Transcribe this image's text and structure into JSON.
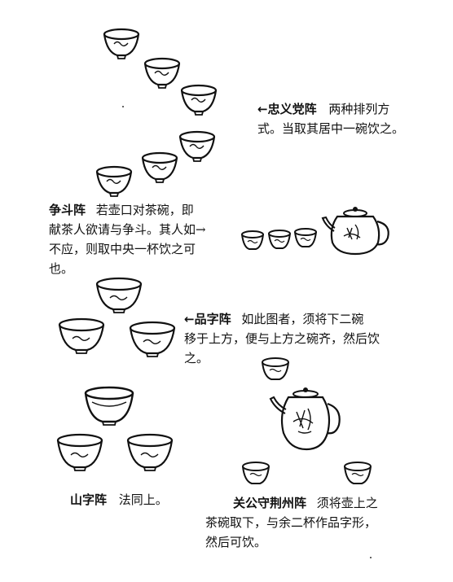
{
  "formations": {
    "zhongyi": {
      "title": "←忠义党阵",
      "desc_line1": "两种排列方",
      "desc_line2": "式。当取其居中一碗饮之。"
    },
    "zhengdou": {
      "title": "争斗阵",
      "desc_line1": "若壶口对茶碗，即",
      "desc_line2": "献茶人欲请与争斗。其人如→",
      "desc_line3": "不应，则取中央一杯饮之可",
      "desc_line4": "也。"
    },
    "pinzi": {
      "title": "←品字阵",
      "desc_line1": "如此图者，须将下二碗",
      "desc_line2": "移于上方，便与上方之碗齐，然后饮",
      "desc_line3": "之。"
    },
    "shanzi": {
      "title": "山字阵",
      "desc": "法同上。"
    },
    "guangong": {
      "title": "关公守荆州阵",
      "desc_line1": "须将壶上之",
      "desc_line2": "茶碗取下，与余二杯作品字形，",
      "desc_line3": "然后可饮。"
    }
  }
}
